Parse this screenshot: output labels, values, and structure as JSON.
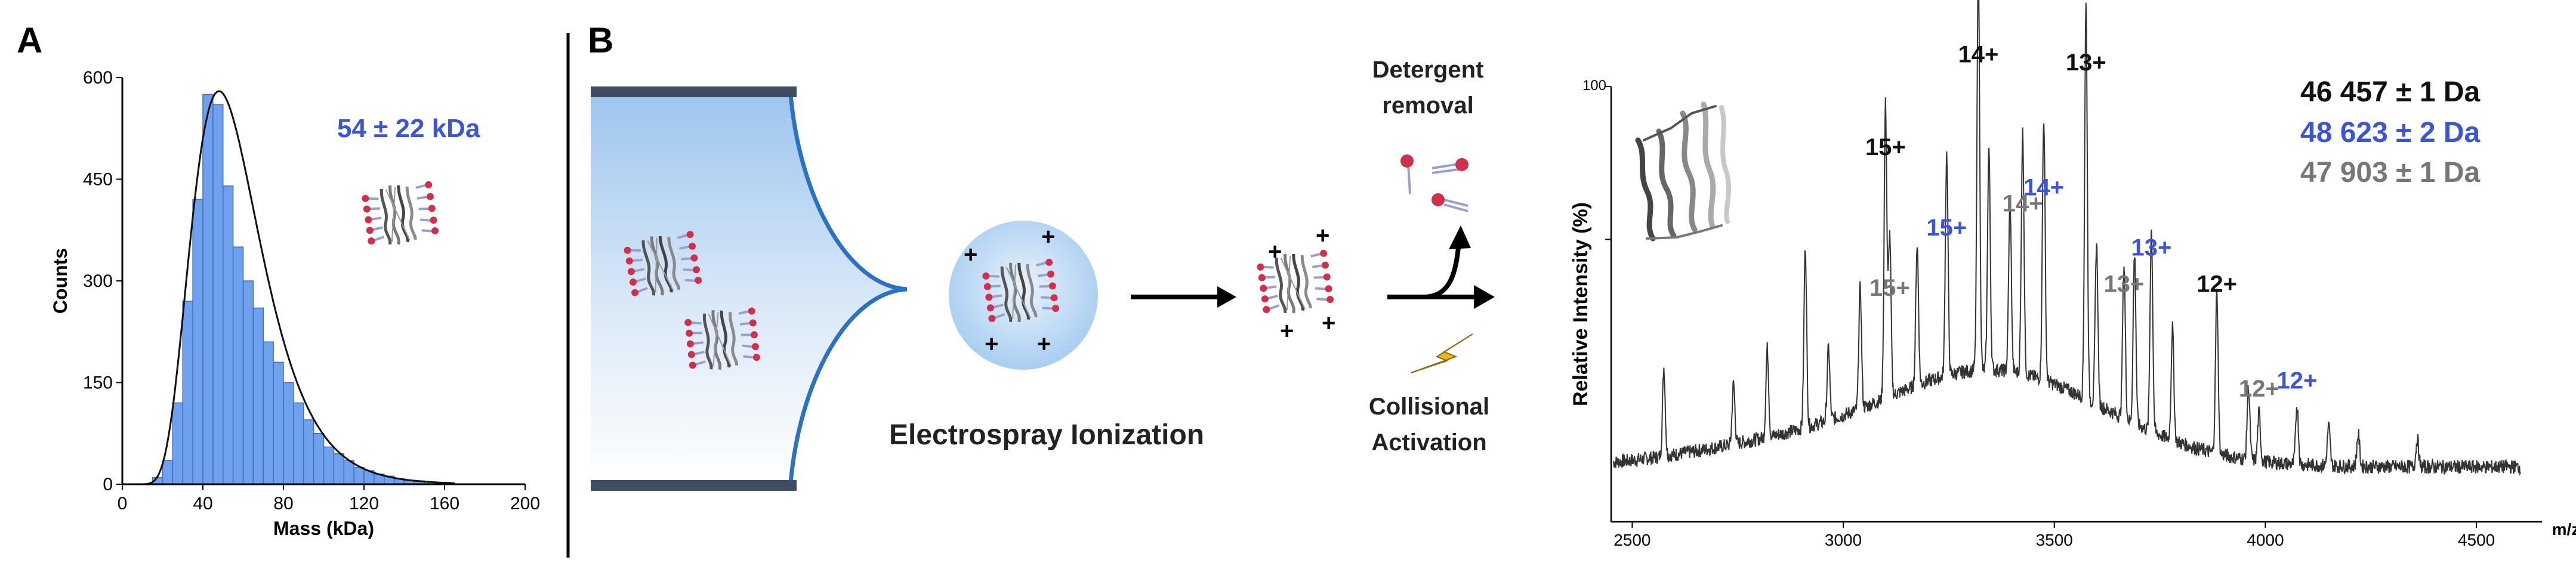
{
  "panel_a": {
    "label": "A",
    "annotation": "54 ± 22 kDa"
  },
  "panel_b": {
    "label": "B",
    "esi_label": "Electrospray Ionization",
    "detergent_label_1": "Detergent",
    "detergent_label_2": "removal",
    "collision_label_1": "Collisional",
    "collision_label_2": "Activation",
    "colors": {
      "blue": "#2b72c2",
      "lightblue": "#bcd6f1",
      "lipid_head": "#d0304c",
      "lipid_tail": "#9aa0c8",
      "bolt": "#f2b21b"
    }
  },
  "spectrum": {
    "masses": [
      {
        "text": "46 457 ± 1 Da",
        "color": "#111111"
      },
      {
        "text": "48 623 ± 2 Da",
        "color": "#3c55d8"
      },
      {
        "text": "47 903 ± 1 Da",
        "color": "#777777"
      }
    ],
    "peak_labels": [
      {
        "text": "14+",
        "mz": 3320,
        "y": 1.06,
        "color": "#111111"
      },
      {
        "text": "13+",
        "mz": 3575,
        "y": 1.04,
        "color": "#111111"
      },
      {
        "text": "15+",
        "mz": 3100,
        "y": 0.83,
        "color": "#111111"
      },
      {
        "text": "15+",
        "mz": 3245,
        "y": 0.63,
        "color": "#3c55d8"
      },
      {
        "text": "14+",
        "mz": 3475,
        "y": 0.73,
        "color": "#3c55d8"
      },
      {
        "text": "14+",
        "mz": 3425,
        "y": 0.69,
        "color": "#777777"
      },
      {
        "text": "15+",
        "mz": 3110,
        "y": 0.48,
        "color": "#777777"
      },
      {
        "text": "13+",
        "mz": 3730,
        "y": 0.58,
        "color": "#3c55d8"
      },
      {
        "text": "13+",
        "mz": 3665,
        "y": 0.49,
        "color": "#777777"
      },
      {
        "text": "12+",
        "mz": 3885,
        "y": 0.49,
        "color": "#111111"
      },
      {
        "text": "12+",
        "mz": 3985,
        "y": 0.23,
        "color": "#777777"
      },
      {
        "text": "12+",
        "mz": 4075,
        "y": 0.25,
        "color": "#3c55d8"
      }
    ]
  },
  "chart_data": [
    {
      "type": "bar",
      "title": "",
      "xlabel": "Mass (kDa)",
      "ylabel": "Counts",
      "xlim": [
        0,
        200
      ],
      "ylim": [
        0,
        600
      ],
      "xticks": [
        "0",
        "40",
        "80",
        "120",
        "160",
        "200"
      ],
      "yticks": [
        "0",
        "150",
        "300",
        "450",
        "600"
      ],
      "bin_width": 5,
      "bin_starts": [
        15,
        20,
        25,
        30,
        35,
        40,
        45,
        50,
        55,
        60,
        65,
        70,
        75,
        80,
        85,
        90,
        95,
        100,
        105,
        110,
        115,
        120,
        125,
        130,
        135,
        140,
        145,
        150,
        155,
        160
      ],
      "values": [
        10,
        35,
        120,
        270,
        420,
        575,
        560,
        440,
        350,
        300,
        260,
        210,
        180,
        150,
        120,
        95,
        75,
        55,
        45,
        35,
        25,
        20,
        15,
        12,
        8,
        6,
        5,
        3,
        2,
        1
      ],
      "fit_peak": 48,
      "fit_max": 580,
      "bar_color": "#6fa1ee",
      "annotation": "54 ± 22 kDa"
    },
    {
      "type": "line",
      "title": "",
      "xlabel": "m/z",
      "ylabel": "Relative Intensity (%)",
      "xlim": [
        2450,
        4620
      ],
      "xticks": [
        "2500",
        "3000",
        "3500",
        "4000",
        "4500"
      ],
      "yticks": [
        "100"
      ],
      "peaks": [
        {
          "mz": 2575,
          "h": 0.22
        },
        {
          "mz": 2740,
          "h": 0.15
        },
        {
          "mz": 2820,
          "h": 0.22
        },
        {
          "mz": 2910,
          "h": 0.45
        },
        {
          "mz": 2965,
          "h": 0.18
        },
        {
          "mz": 3040,
          "h": 0.3
        },
        {
          "mz": 3100,
          "h": 0.73
        },
        {
          "mz": 3110,
          "h": 0.4
        },
        {
          "mz": 3175,
          "h": 0.35
        },
        {
          "mz": 3245,
          "h": 0.55
        },
        {
          "mz": 3320,
          "h": 1.0
        },
        {
          "mz": 3345,
          "h": 0.55
        },
        {
          "mz": 3395,
          "h": 0.42
        },
        {
          "mz": 3425,
          "h": 0.6
        },
        {
          "mz": 3475,
          "h": 0.65
        },
        {
          "mz": 3575,
          "h": 0.98
        },
        {
          "mz": 3600,
          "h": 0.4
        },
        {
          "mz": 3665,
          "h": 0.38
        },
        {
          "mz": 3690,
          "h": 0.42
        },
        {
          "mz": 3730,
          "h": 0.5
        },
        {
          "mz": 3780,
          "h": 0.28
        },
        {
          "mz": 3885,
          "h": 0.4
        },
        {
          "mz": 3960,
          "h": 0.18
        },
        {
          "mz": 3985,
          "h": 0.12
        },
        {
          "mz": 4075,
          "h": 0.15
        },
        {
          "mz": 4150,
          "h": 0.1
        },
        {
          "mz": 4220,
          "h": 0.08
        },
        {
          "mz": 4360,
          "h": 0.07
        }
      ]
    }
  ]
}
